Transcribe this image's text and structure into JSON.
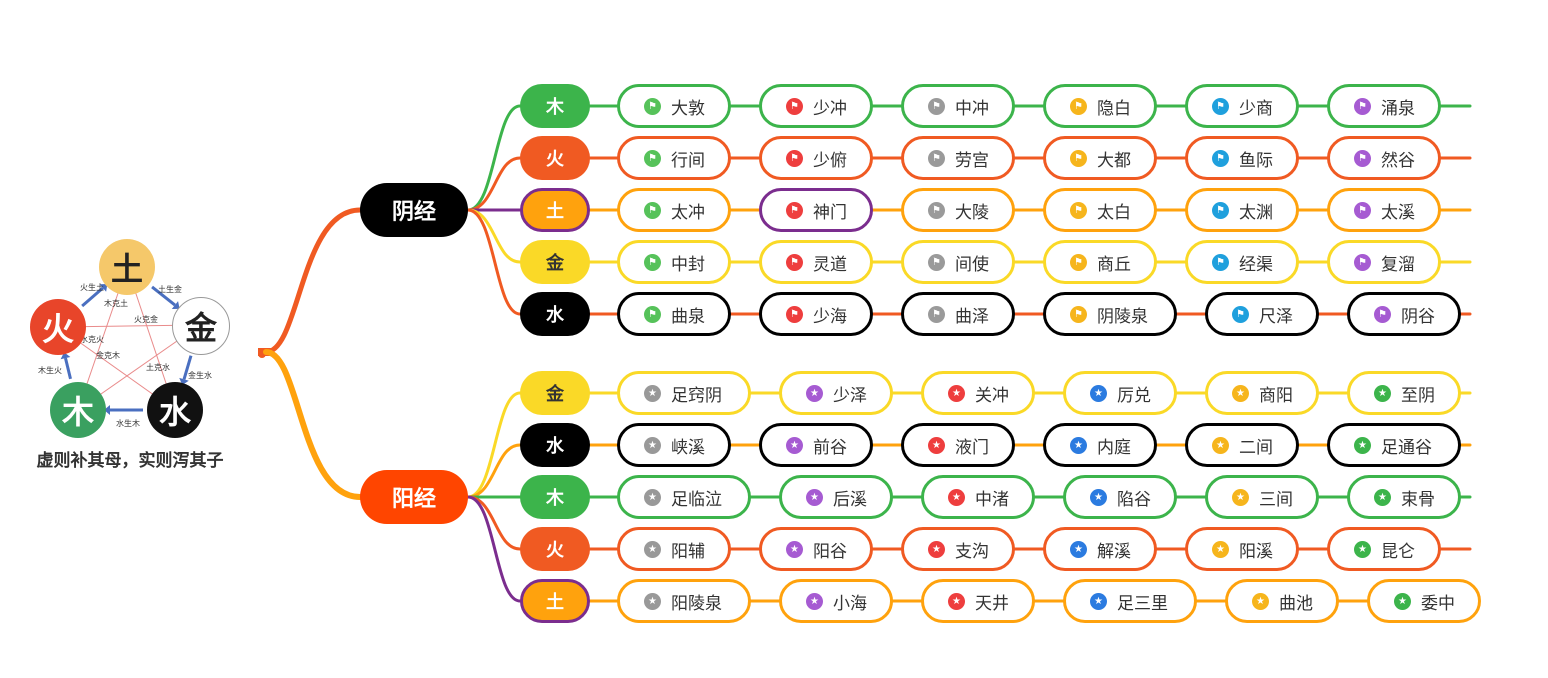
{
  "wuxing": {
    "nodes": [
      {
        "id": "tu",
        "label": "土",
        "bg": "#f5c86a",
        "fg": "#222222"
      },
      {
        "id": "jin",
        "label": "金",
        "bg": "#ffffff",
        "fg": "#222222"
      },
      {
        "id": "shui",
        "label": "水",
        "bg": "#111111",
        "fg": "#ffffff"
      },
      {
        "id": "mu",
        "label": "木",
        "bg": "#3aa060",
        "fg": "#ffffff"
      },
      {
        "id": "huo",
        "label": "火",
        "bg": "#e8452a",
        "fg": "#ffffff"
      }
    ],
    "sheng_labels": [
      "土生金",
      "金生水",
      "水生木",
      "木生火",
      "火生土"
    ],
    "ke_labels": [
      "火克金",
      "金克木",
      "土克水",
      "木克土",
      "水克火"
    ],
    "caption": "虚则补其母，实则泻其子"
  },
  "channels": [
    {
      "id": "yin",
      "label": "阴经",
      "bg": "#000000",
      "icon": "flag-icon",
      "rows": [
        {
          "element": "木",
          "color": "#3cb44b",
          "points": [
            "大敦",
            "少冲",
            "中冲",
            "隐白",
            "少商",
            "涌泉"
          ]
        },
        {
          "element": "火",
          "color": "#f05a22",
          "points": [
            "行间",
            "少俯",
            "劳宫",
            "大都",
            "鱼际",
            "然谷"
          ]
        },
        {
          "element": "土",
          "color": "#ffa20d",
          "points": [
            "太冲",
            "神门",
            "大陵",
            "太白",
            "太渊",
            "太溪"
          ]
        },
        {
          "element": "金",
          "color": "#fad927",
          "points": [
            "中封",
            "灵道",
            "间使",
            "商丘",
            "经渠",
            "复溜"
          ]
        },
        {
          "element": "水",
          "color": "#000000",
          "points": [
            "曲泉",
            "少海",
            "曲泽",
            "阴陵泉",
            "尺泽",
            "阴谷"
          ]
        }
      ]
    },
    {
      "id": "yang",
      "label": "阳经",
      "bg": "#ff4500",
      "icon": "star-icon",
      "rows": [
        {
          "element": "金",
          "color": "#fad927",
          "points": [
            "足窍阴",
            "少泽",
            "关冲",
            "厉兑",
            "商阳",
            "至阴"
          ]
        },
        {
          "element": "水",
          "color": "#000000",
          "points": [
            "峡溪",
            "前谷",
            "液门",
            "内庭",
            "二间",
            "足通谷"
          ]
        },
        {
          "element": "木",
          "color": "#3cb44b",
          "points": [
            "足临泣",
            "后溪",
            "中渚",
            "陷谷",
            "三间",
            "束骨"
          ]
        },
        {
          "element": "火",
          "color": "#f05a22",
          "points": [
            "阳辅",
            "阳谷",
            "支沟",
            "解溪",
            "阳溪",
            "昆仑"
          ]
        },
        {
          "element": "土",
          "color": "#ffa20d",
          "points": [
            "阳陵泉",
            "小海",
            "天井",
            "足三里",
            "曲池",
            "委中"
          ]
        }
      ]
    }
  ],
  "column_icon_colors": [
    "#56c25a",
    "#ee3e3e",
    "#9a9a9a",
    "#f6b51c",
    "#1fa0dd",
    "#a65bd2"
  ],
  "yang_icon_colors": [
    "#999999",
    "#a65bd2",
    "#ee3e3e",
    "#2b7be0",
    "#f6b51c",
    "#3cb44b"
  ],
  "connector_colors": {
    "yin_row_links": [
      "#3cb44b",
      "#f05a22",
      "#7b2d8e",
      "#fad927",
      "#f05a22"
    ],
    "yang_row_links": [
      "#fad927",
      "#ffa20d",
      "#3cb44b",
      "#f05a22",
      "#7b2d8e"
    ],
    "purple": "#7b2d8e"
  }
}
